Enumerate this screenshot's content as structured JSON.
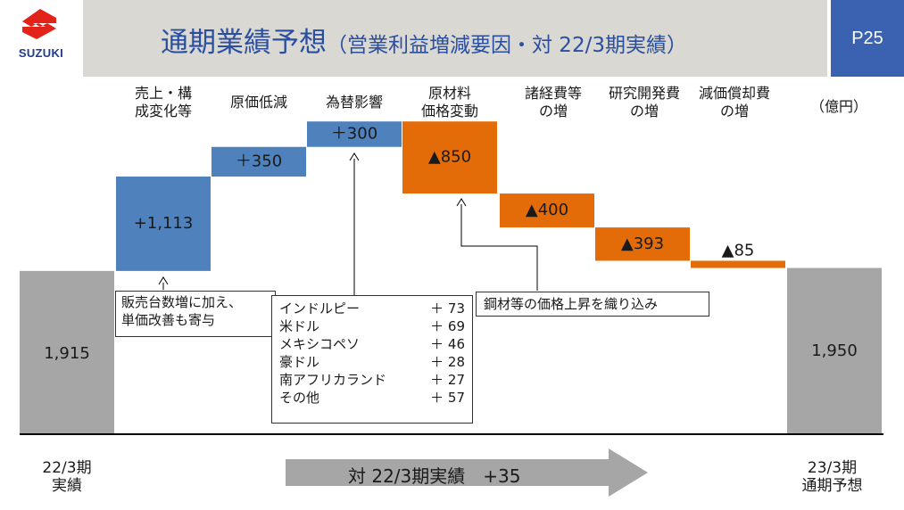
{
  "header": {
    "logo_text": "SUZUKI",
    "title": "通期業績予想",
    "title_sub": "（営業利益増減要因・対 22/3期実績）",
    "page": "P25"
  },
  "colors": {
    "base": "#a6a6a6",
    "increase": "#4f81bd",
    "decrease": "#e36c09",
    "title": "#2a4ea0"
  },
  "unit_label": "（億円）",
  "chart_data": {
    "type": "waterfall",
    "categories": [
      "",
      "売上・構\n成変化等",
      "原価低減",
      "為替影響",
      "原材料\n価格変動",
      "諸経費等\nの増",
      "研究開発費\nの増",
      "減価償却費\nの増",
      ""
    ],
    "start": {
      "label": "1,915",
      "value": 1915
    },
    "steps": [
      {
        "label": "+1,113",
        "value": 1113,
        "kind": "increase"
      },
      {
        "label": "＋350",
        "value": 350,
        "kind": "increase"
      },
      {
        "label": "＋300",
        "value": 300,
        "kind": "increase"
      },
      {
        "label": "▲850",
        "value": -850,
        "kind": "decrease"
      },
      {
        "label": "▲400",
        "value": -400,
        "kind": "decrease"
      },
      {
        "label": "▲393",
        "value": -393,
        "kind": "decrease"
      },
      {
        "label": "▲85",
        "value": -85,
        "kind": "decrease"
      }
    ],
    "end": {
      "label": "1,950",
      "value": 1950
    },
    "unit": "億円"
  },
  "notes": {
    "sales": "販売台数増に加え、\n単価改善も寄与",
    "fx_items": [
      {
        "name": "インドルピー",
        "value": "＋ 73"
      },
      {
        "name": "米ドル",
        "value": "＋ 69"
      },
      {
        "name": "メキシコペソ",
        "value": "＋ 46"
      },
      {
        "name": "豪ドル",
        "value": "＋ 28"
      },
      {
        "name": "南アフリカランド",
        "value": "＋ 27"
      },
      {
        "name": "その他",
        "value": "＋ 57"
      }
    ],
    "materials": "鋼材等の価格上昇を織り込み"
  },
  "footer": {
    "left": "22/3期\n実績",
    "right": "23/3期\n通期予想",
    "summary": "対 22/3期実績　+35"
  }
}
